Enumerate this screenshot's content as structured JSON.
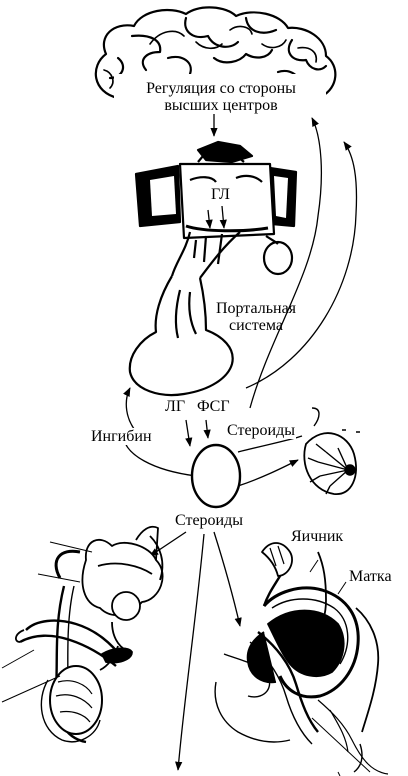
{
  "diagram": {
    "labels": {
      "brain_regulation_line1": "Регуляция со стороны",
      "brain_regulation_line2": "высших центров",
      "hypothalamus": "ГЛ",
      "portal_line1": "Портальная",
      "portal_line2": "система",
      "lh": "ЛГ",
      "fsh": "ФСГ",
      "inhibin": "Ингибин",
      "steroids_upper": "Стероиды",
      "steroids_lower": "Стероиды",
      "ovary": "Яичник",
      "uterus": "Матка"
    }
  }
}
